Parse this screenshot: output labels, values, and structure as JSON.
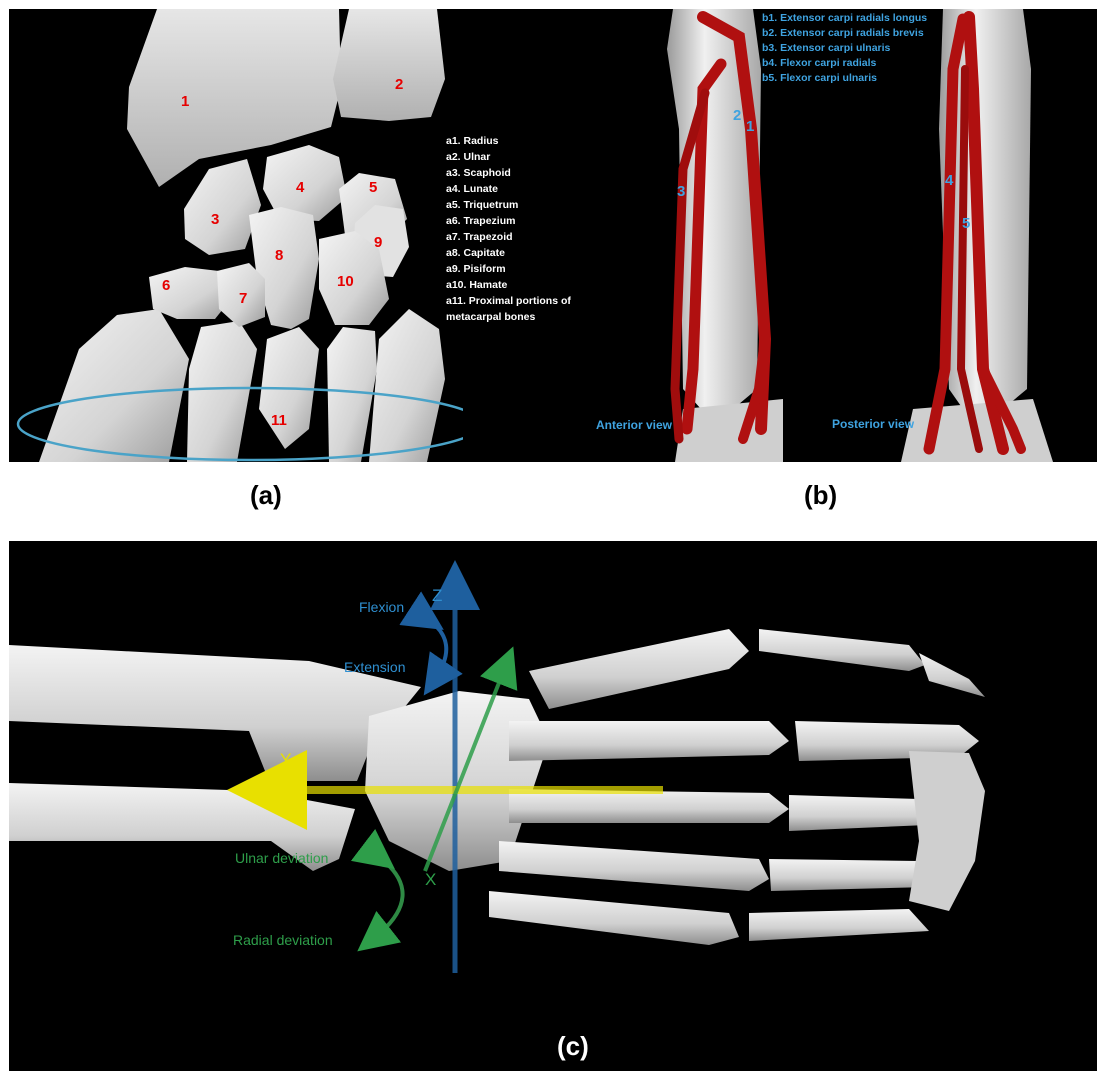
{
  "panel_a": {
    "bone_numbers": [
      "1",
      "2",
      "3",
      "4",
      "5",
      "6",
      "7",
      "8",
      "9",
      "10",
      "11"
    ],
    "legend": [
      "a1. Radius",
      "a2. Ulnar",
      "a3. Scaphoid",
      "a4. Lunate",
      "a5. Triquetrum",
      "a6. Trapezium",
      "a7. Trapezoid",
      "a8. Capitate",
      "a9. Pisiform",
      "a10. Hamate",
      "a11. Proximal portions of",
      "metacarpal bones"
    ],
    "caption": "(a)",
    "colors": {
      "label": "#e60000",
      "ellipse": "#4aa3c8"
    }
  },
  "panel_b": {
    "legend": [
      "b1. Extensor carpi radials longus",
      "b2. Extensor carpi radials brevis",
      "b3. Extensor carpi ulnaris",
      "b4. Flexor carpi radials",
      "b5. Flexor carpi ulnaris"
    ],
    "muscle_numbers": [
      "1",
      "2",
      "3",
      "4",
      "5"
    ],
    "anterior_label": "Anterior view",
    "posterior_label": "Posterior view",
    "caption": "(b)",
    "colors": {
      "muscle": "#b01010",
      "label": "#3fa3e0"
    }
  },
  "panel_c": {
    "axes": {
      "z": "Z",
      "y": "Y",
      "x": "X"
    },
    "motions": {
      "flexion": "Flexion",
      "extension": "Extension",
      "ulnar": "Ulnar deviation",
      "radial": "Radial deviation"
    },
    "caption": "(c)",
    "colors": {
      "z_axis": "#1e5f9e",
      "y_axis": "#e8e000",
      "x_axis": "#2e9e4a",
      "flexion_text": "#2f8fd0",
      "deviation_text": "#2e9e4a"
    }
  }
}
